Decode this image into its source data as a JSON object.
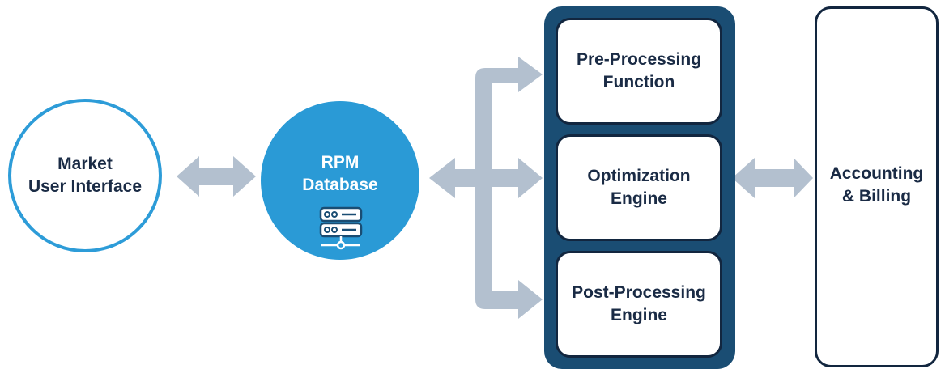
{
  "nodes": {
    "market_ui": {
      "lines": [
        "Market",
        "User Interface"
      ]
    },
    "rpm_db": {
      "lines": [
        "RPM",
        "Database"
      ],
      "icon": "server-network-icon"
    },
    "pre_processing": {
      "lines": [
        "Pre-Processing",
        "Function"
      ]
    },
    "optimization": {
      "lines": [
        "Optimization",
        "Engine"
      ]
    },
    "post_processing": {
      "lines": [
        "Post-Processing",
        "Engine"
      ]
    },
    "accounting": {
      "lines": [
        "Accounting",
        "& Billing"
      ]
    }
  },
  "colors": {
    "accent_blue": "#2a9ad6",
    "navy": "#1a4d73",
    "dark_text": "#1a2b45",
    "arrow_gray": "#b3c0cf"
  }
}
